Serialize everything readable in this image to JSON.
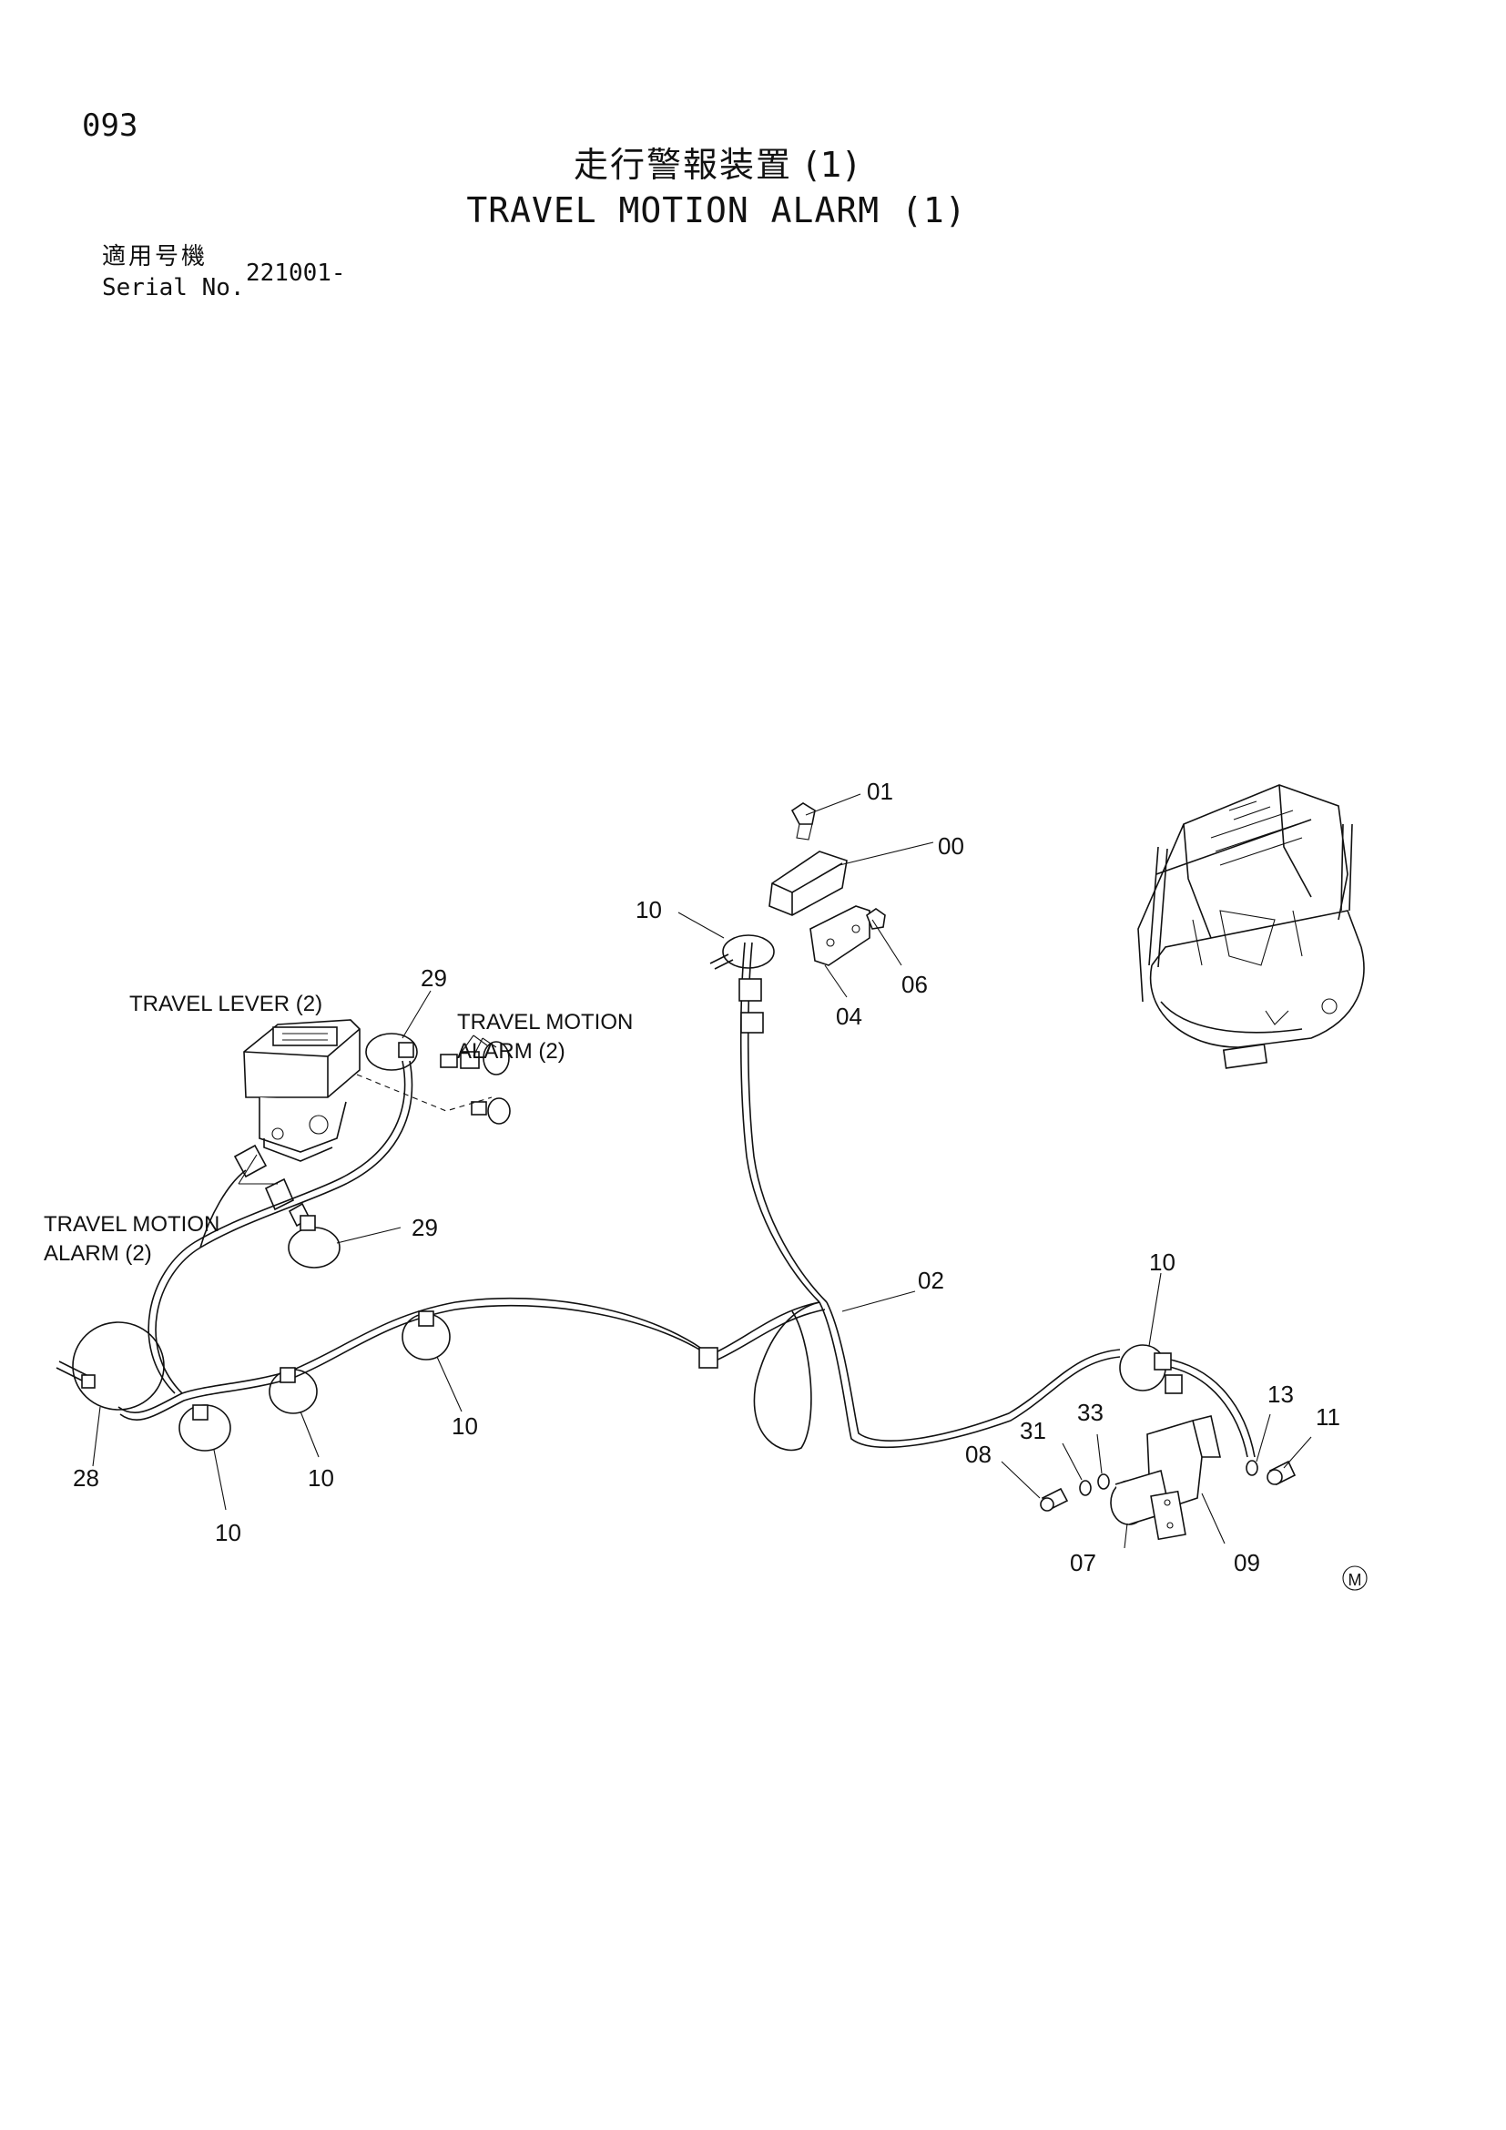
{
  "page_number": "093",
  "title_jp": "走行警報装置 (1)",
  "title_en": "TRAVEL MOTION ALARM (1)",
  "serial_label_jp": "適用号機",
  "serial_label_en": "Serial No.",
  "serial_value": "221001-",
  "mark": "M",
  "labels": {
    "travel_lever": "TRAVEL LEVER (2)",
    "alarm_right_1": "TRAVEL MOTION",
    "alarm_right_2": "ALARM (2)",
    "alarm_left_1": "TRAVEL MOTION",
    "alarm_left_2": "ALARM (2)"
  },
  "callouts": {
    "c01": "01",
    "c00": "00",
    "c10_top": "10",
    "c06": "06",
    "c04": "04",
    "c29_top": "29",
    "c29_mid": "29",
    "c02": "02",
    "c10_right": "10",
    "c13": "13",
    "c11": "11",
    "c33": "33",
    "c31": "31",
    "c08": "08",
    "c07": "07",
    "c09": "09",
    "c28": "28",
    "c10_a": "10",
    "c10_b": "10",
    "c10_c": "10"
  }
}
